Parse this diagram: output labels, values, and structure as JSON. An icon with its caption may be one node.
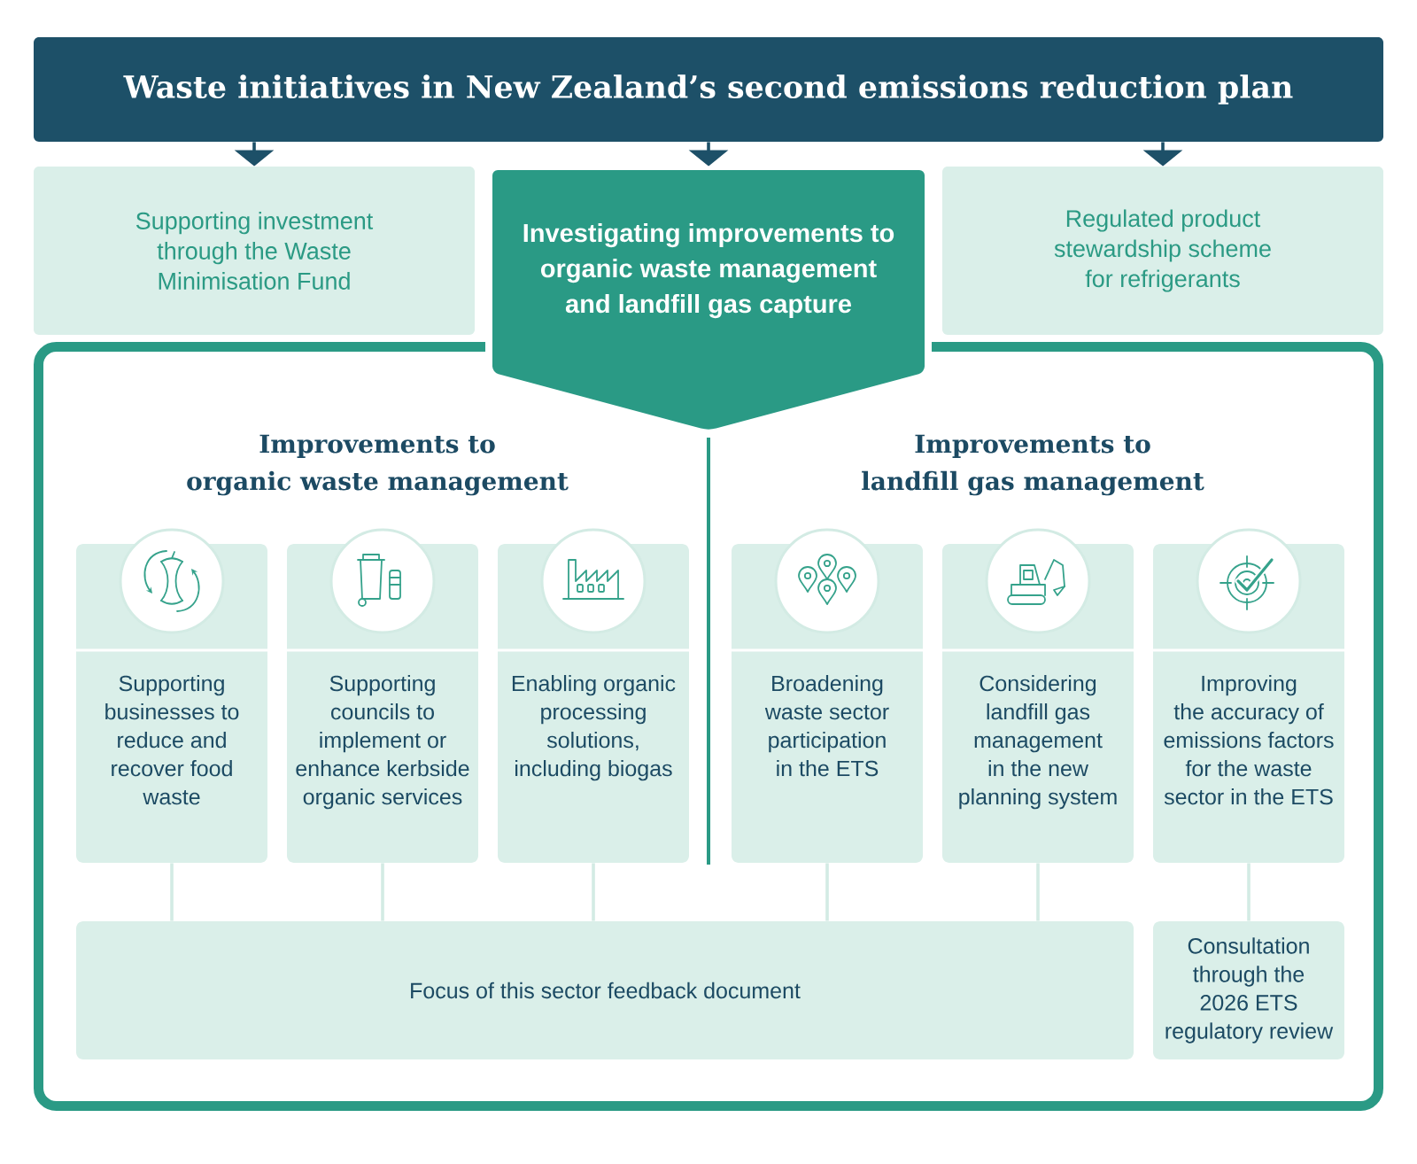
{
  "diagram": {
    "nodes": [
      {
        "text": [
          "Waste initiatives in New Zealand’s second emissions reduction plan"
        ]
      },
      {
        "text": [
          "Supporting investment through the Waste Minimisation Fund"
        ]
      },
      {
        "text": [
          "Investigating improvements to organic waste management and landfill gas capture"
        ]
      },
      {
        "text": [
          "Regulated product stewardship scheme for refrigerants"
        ]
      },
      {
        "text": [
          "Improvements to organic waste management",
          "Improvements to landfill gas management"
        ]
      },
      {
        "text": [
          "Supporting businesses to reduce and recover food waste"
        ],
        "in": 4
      },
      {
        "text": [
          "Supporting councils to implement or enhance kerbside organic services"
        ],
        "in": 4
      },
      {
        "text": [
          "Enabling organic processing solutions, including biogas"
        ],
        "in": 4
      },
      {
        "text": [
          "Broadening waste sector participation in the ETS"
        ],
        "in": 4
      },
      {
        "text": [
          "Considering landfill gas management in the new planning system"
        ],
        "in": 4
      },
      {
        "text": [
          "Improving the accuracy of emissions factors for the waste sector in the ETS"
        ],
        "in": 4
      },
      {
        "text": [
          "Focus of this sector feedback document"
        ],
        "in": 4
      },
      {
        "text": [
          "Consultation through the 2026 ETS regulatory review"
        ],
        "in": 4
      }
    ],
    "edges": [
      {
        "from": 0,
        "to": 1,
        "arrow": "to",
        "color": "#1d5068"
      },
      {
        "from": 0,
        "to": 2,
        "arrow": "to",
        "color": "#1d5068"
      },
      {
        "from": 0,
        "to": 3,
        "arrow": "to",
        "color": "#1d5068"
      },
      {
        "from": 5,
        "to": 11,
        "arrow": "none"
      },
      {
        "from": 6,
        "to": 11,
        "arrow": "none"
      },
      {
        "from": 7,
        "to": 11,
        "arrow": "none"
      },
      {
        "from": 8,
        "to": 11,
        "arrow": "none"
      },
      {
        "from": 9,
        "to": 11,
        "arrow": "none"
      },
      {
        "from": 10,
        "to": 12,
        "arrow": "none"
      }
    ]
  }
}
